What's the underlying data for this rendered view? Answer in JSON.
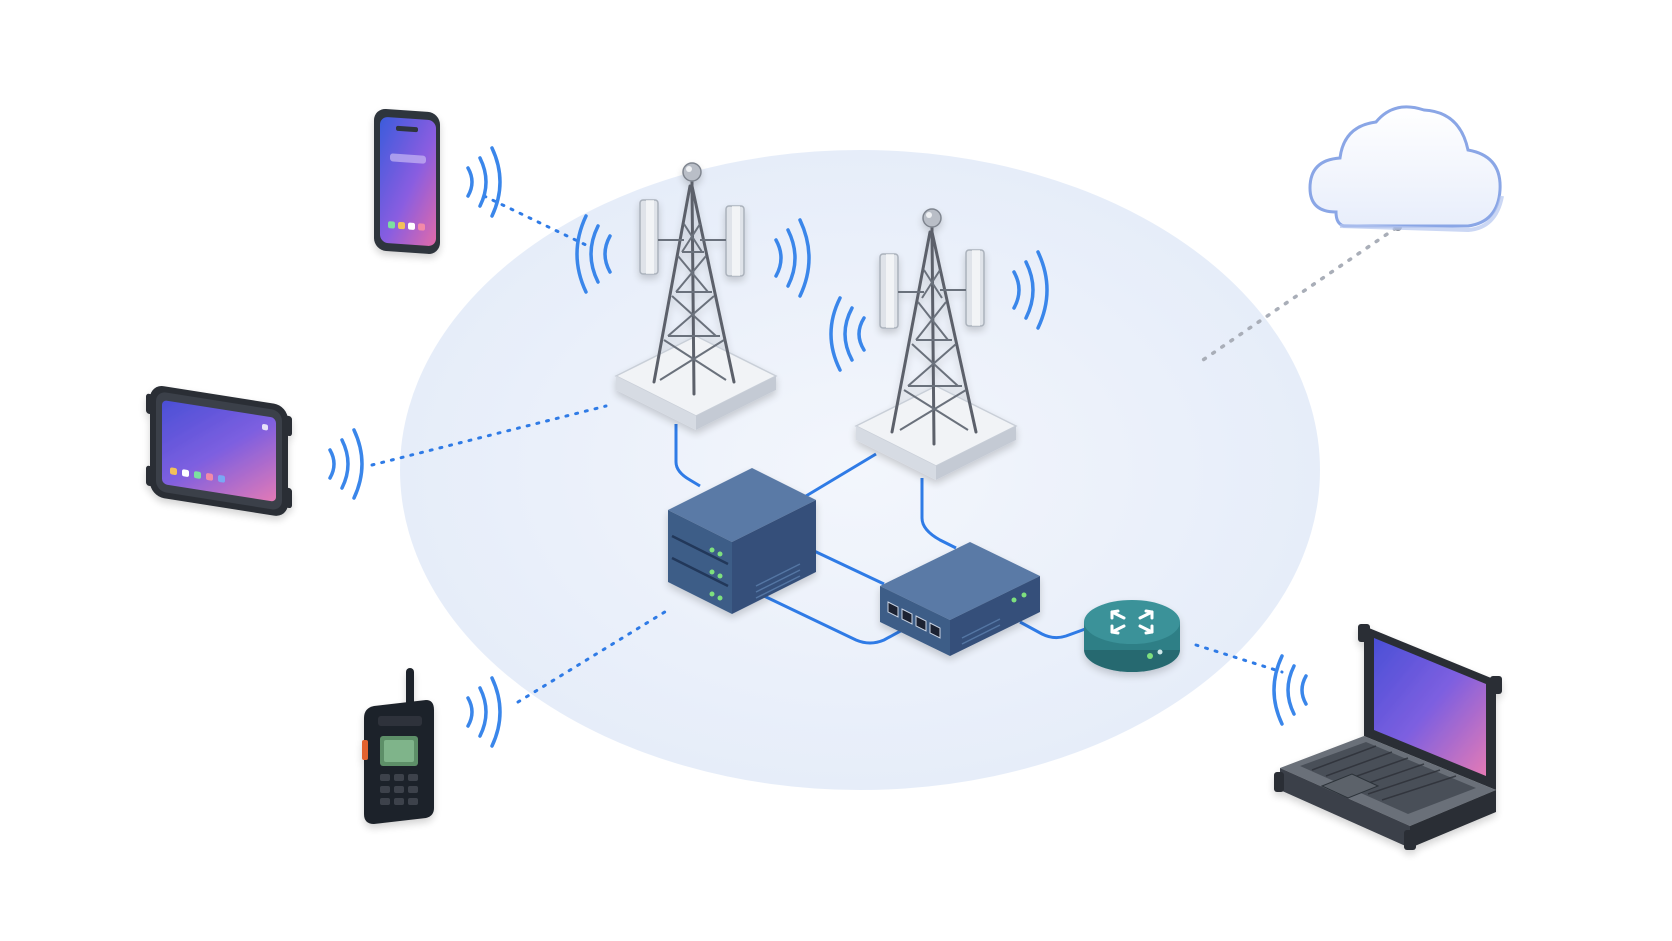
{
  "diagram": {
    "colors": {
      "background": "#ffffff",
      "coverage_area": "#edf2fb",
      "wired_link": "#2f7be6",
      "wireless_link": "#2f7be6",
      "cloud_link": "#a9aeb8",
      "signal_wave": "#3a86ea",
      "equipment_blue": "#3e5d87",
      "router_teal": "#2f7f86",
      "device_frame": "#2f343c",
      "screen_gradient": [
        "#3b5bdc",
        "#8a5de0",
        "#e26aa8"
      ]
    },
    "nodes": [
      {
        "id": "cell-tower-1",
        "icon": "cell-tower-icon"
      },
      {
        "id": "cell-tower-2",
        "icon": "cell-tower-icon"
      },
      {
        "id": "core-server",
        "icon": "server-icon"
      },
      {
        "id": "network-switch",
        "icon": "switch-icon"
      },
      {
        "id": "router",
        "icon": "router-icon"
      },
      {
        "id": "cloud",
        "icon": "cloud-icon"
      },
      {
        "id": "smartphone",
        "icon": "smartphone-icon"
      },
      {
        "id": "rugged-tablet",
        "icon": "tablet-icon"
      },
      {
        "id": "handheld-radio",
        "icon": "radio-icon"
      },
      {
        "id": "rugged-laptop",
        "icon": "laptop-icon"
      }
    ],
    "links": [
      {
        "from": "smartphone",
        "to": "cell-tower-1",
        "type": "wireless"
      },
      {
        "from": "rugged-tablet",
        "to": "cell-tower-1",
        "type": "wireless"
      },
      {
        "from": "handheld-radio",
        "to": "core-server",
        "type": "wireless"
      },
      {
        "from": "router",
        "to": "rugged-laptop",
        "type": "wireless"
      },
      {
        "from": "cloud",
        "to": "cell-tower-2",
        "type": "internet"
      },
      {
        "from": "cell-tower-1",
        "to": "core-server",
        "type": "wired"
      },
      {
        "from": "cell-tower-2",
        "to": "core-server",
        "type": "wired"
      },
      {
        "from": "cell-tower-2",
        "to": "network-switch",
        "type": "wired"
      },
      {
        "from": "core-server",
        "to": "network-switch",
        "type": "wired"
      },
      {
        "from": "network-switch",
        "to": "router",
        "type": "wired"
      }
    ]
  }
}
